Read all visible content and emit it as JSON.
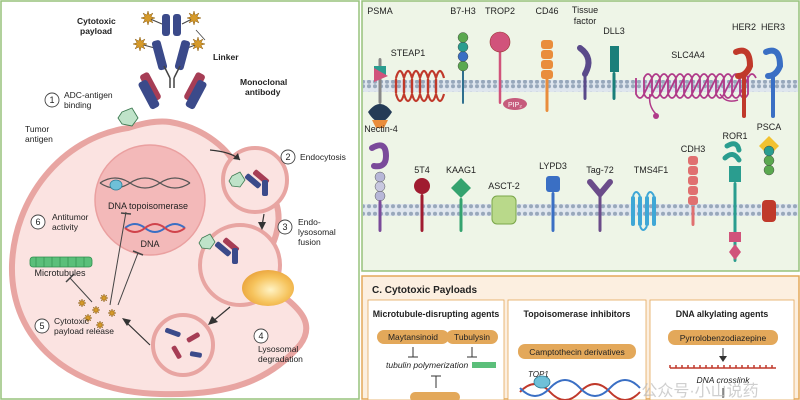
{
  "panel_a": {
    "labels": {
      "payload": [
        "Cytotoxic",
        "payload"
      ],
      "linker": "Linker",
      "antibody": [
        "Monoclonal",
        "antibody"
      ],
      "tumor_antigen": [
        "Tumor",
        "antigen"
      ],
      "dna_topo": "DNA topoisomerase",
      "dna": "DNA",
      "microtubules": "Microtubules"
    },
    "steps": [
      {
        "num": "1",
        "lines": [
          "ADC-antigen",
          "binding"
        ]
      },
      {
        "num": "2",
        "lines": [
          "Endocytosis"
        ]
      },
      {
        "num": "3",
        "lines": [
          "Endo-",
          "lysosomal",
          "fusion"
        ]
      },
      {
        "num": "4",
        "lines": [
          "Lysosomal",
          "degradation"
        ]
      },
      {
        "num": "5",
        "lines": [
          "Cytotoxic",
          "payload release"
        ]
      },
      {
        "num": "6",
        "lines": [
          "Antitumor",
          "activity"
        ]
      }
    ]
  },
  "panel_b": {
    "top": [
      "PSMA",
      "STEAP1",
      "B7-H3",
      "TROP2",
      "CD46",
      "Tissue factor",
      "DLL3",
      "SLC4A4",
      "HER2",
      "HER3"
    ],
    "tissue_factor_lines": [
      "Tissue",
      "factor"
    ],
    "pip2": "PIP₂",
    "bottom": [
      "Nectin-4",
      "5T4",
      "KAAG1",
      "ASCT-2",
      "LYPD3",
      "Tag-72",
      "TMS4F1",
      "CDH3",
      "ROR1",
      "PSCA"
    ]
  },
  "panel_c": {
    "title": "C.  Cytotoxic Payloads",
    "cols": [
      {
        "heading": "Microtubule-disrupting agents",
        "items": [
          "Maytansinoid",
          "Tubulysin"
        ],
        "caption": "tubulin polymerization"
      },
      {
        "heading": "Topoisomerase inhibitors",
        "items": [
          "Camptothecin derivatives"
        ],
        "caption": "TOP1"
      },
      {
        "heading": "DNA alkylating agents",
        "items": [
          "Pyrrolobenzodiazepine"
        ],
        "caption": "DNA crosslink"
      }
    ]
  },
  "watermark": "公众号·小山说药",
  "colors": {
    "cell_fill": "#fbe3e1",
    "cell_stroke": "#e8a5a2",
    "panel_border": "#97c27c",
    "panel_b_bg": "#eef5e7",
    "panel_c_bg": "#fcefe0",
    "panel_c_border": "#e3a85a",
    "payload_star": "#d69a2a",
    "antibody_blue": "#3b4a8a",
    "antibody_red": "#a63d55",
    "antigen_green": "#bfe3c9",
    "membrane": "#b0c1d3"
  }
}
